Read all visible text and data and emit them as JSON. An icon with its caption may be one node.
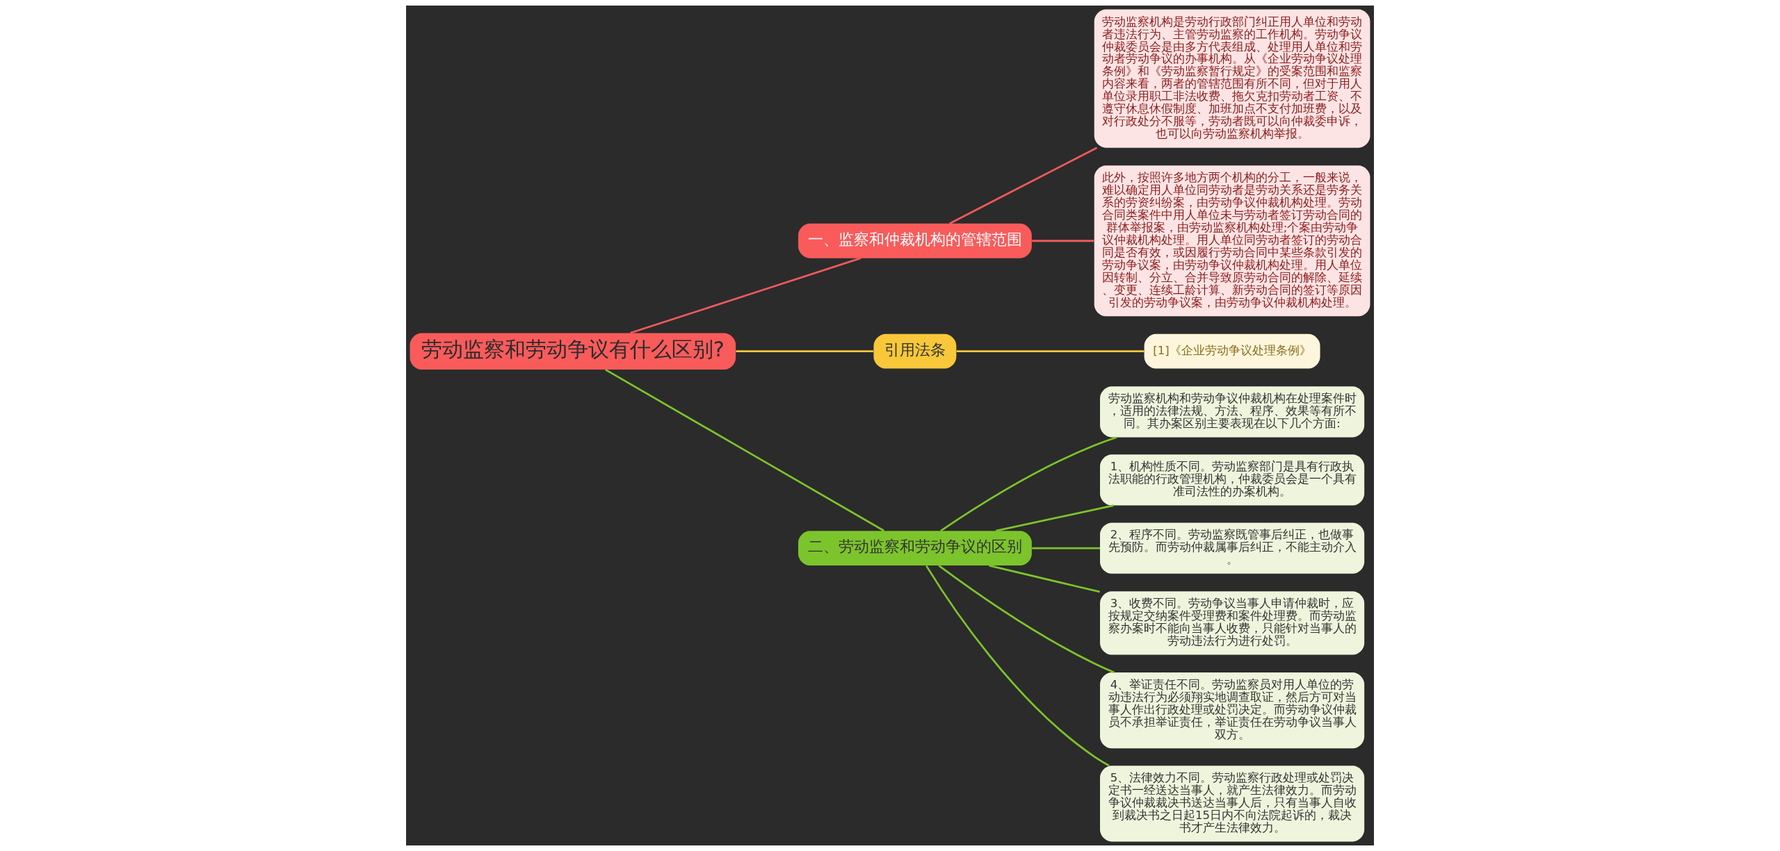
{
  "diagram": {
    "nodes": [
      {
        "text": [
          "劳动监察和劳动争议有什么区别?"
        ]
      },
      {
        "text": [
          "一、监察和仲裁机构的管辖范围"
        ]
      },
      {
        "text": [
          "劳动监察机构是劳动行政部门纠正用人单位和劳动者违法行为、主管劳动监察的工作机构。劳动争议仲裁委员会是由多方代表组成、处理用人单位和劳动者劳动争议的办事机构。从《企业劳动争议处理条例》和《劳动监察暂行规定》的受案范围和监察内容来看，两者的管辖范围有所不同，但对于用人单位录用职工非法收费、拖欠克扣劳动者工资、不遵守休息休假制度、加班加点不支付加班费，以及对行政处分不服等，劳动者既可以向仲裁委申诉，也可以向劳动监察机构举报。"
        ]
      },
      {
        "text": [
          "此外，按照许多地方两个机构的分工，一般来说，难以确定用人单位同劳动者是劳动关系还是劳务关系的劳资纠纷案，由劳动争议仲裁机构处理。劳动合同类案件中用人单位未与劳动者签订劳动合同的群体举报案，由劳动监察机构处理;个案由劳动争议仲裁机构处理。用人单位同劳动者签订的劳动合同是否有效，或因履行劳动合同中某些条款引发的劳动争议案，由劳动争议仲裁机构处理。用人单位因转制、分立、合并导致原劳动合同的解除、延续、变更、连续工龄计算、新劳动合同的签订等原因引发的劳动争议案，由劳动争议仲裁机构处理。"
        ]
      },
      {
        "text": [
          "引用法条"
        ]
      },
      {
        "text": [
          "[1]《企业劳动争议处理条例》"
        ]
      },
      {
        "text": [
          "二、劳动监察和劳动争议的区别"
        ]
      },
      {
        "text": [
          "劳动监察机构和劳动争议仲裁机构在处理案件时，适用的法律法规、方法、程序、效果等有所不同。其办案区别主要表现在以下几个方面:"
        ]
      },
      {
        "text": [
          "1、机构性质不同。劳动监察部门是具有行政执法职能的行政管理机构，仲裁委员会是一个具有准司法性的办案机构。"
        ]
      },
      {
        "text": [
          "2、程序不同。劳动监察既管事后纠正，也做事先预防。而劳动仲裁属事后纠正，不能主动介入。"
        ]
      },
      {
        "text": [
          "3、收费不同。劳动争议当事人申请仲裁时，应按规定交纳案件受理费和案件处理费。而劳动监察办案时不能向当事人收费，只能针对当事人的劳动违法行为进行处罚。"
        ]
      },
      {
        "text": [
          "4、举证责任不同。劳动监察员对用人单位的劳动违法行为必须翔实地调查取证，然后方可对当事人作出行政处理或处罚决定。而劳动争议仲裁员不承担举证责任，举证责任在劳动争议当事人双方。"
        ]
      },
      {
        "text": [
          "5、法律效力不同。劳动监察行政处理或处罚决定书一经送达当事人，就产生法律效力。而劳动争议仲裁裁决书送达当事人后，只有当事人自收到裁决书之日起15日内不向法院起诉的，裁决书才产生法律效力。"
        ]
      }
    ],
    "edges": [
      {
        "from": 0,
        "to": 1,
        "arrow": "none",
        "color": "#f05a5a"
      },
      {
        "from": 1,
        "to": 2,
        "arrow": "none",
        "color": "#f05a5a"
      },
      {
        "from": 1,
        "to": 3,
        "arrow": "none",
        "color": "#f05a5a"
      },
      {
        "from": 0,
        "to": 4,
        "arrow": "none",
        "color": "#f5c842"
      },
      {
        "from": 4,
        "to": 5,
        "arrow": "none",
        "color": "#f5c842"
      },
      {
        "from": 0,
        "to": 6,
        "arrow": "none"
      },
      {
        "from": 6,
        "to": 7,
        "arrow": "none"
      },
      {
        "from": 6,
        "to": 8,
        "arrow": "none"
      },
      {
        "from": 6,
        "to": 9,
        "arrow": "none"
      },
      {
        "from": 6,
        "to": 10,
        "arrow": "none"
      },
      {
        "from": 6,
        "to": 11,
        "arrow": "none"
      },
      {
        "from": 6,
        "to": 12,
        "arrow": "none"
      }
    ]
  }
}
